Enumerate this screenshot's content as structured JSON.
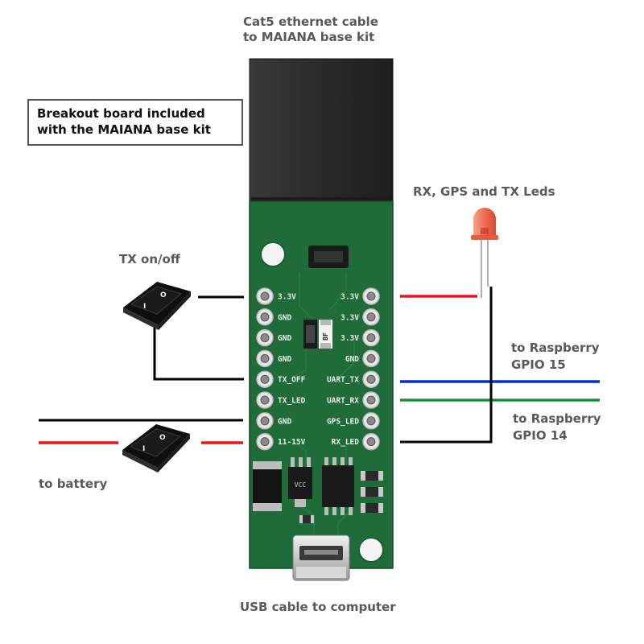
{
  "labels": {
    "cable_title_line1": "Cat5 ethernet cable",
    "cable_title_line2": "to MAIANA base kit",
    "breakout_line1": "Breakout board included",
    "breakout_line2": "with the MAIANA base kit",
    "leds": "RX, GPS and TX Leds",
    "tx_switch": "TX on/off",
    "rpi15_line1": "to Raspberry",
    "rpi15_line2": "GPIO 15",
    "rpi14_line1": "to Raspberry",
    "rpi14_line2": "GPIO 14",
    "battery": "to battery",
    "usb": "USB cable to computer"
  },
  "board": {
    "left_pins": [
      "3.3V",
      "GND",
      "GND",
      "GND",
      "TX_OFF",
      "TX_LED",
      "GND",
      "11-15V"
    ],
    "right_pins": [
      "3.3V",
      "3.3V",
      "3.3V",
      "GND",
      "UART_TX",
      "UART_RX",
      "GPS_LED",
      "RX_LED"
    ],
    "component_mark": "BF",
    "chip_mark": "VCC"
  },
  "colors": {
    "board": "#1f6b3a",
    "wire_power": "#e8141c",
    "wire_ground": "#000000",
    "wire_uart_tx": "#0a2ed6",
    "wire_uart_rx": "#119338",
    "led": "#f06a50",
    "connector": "#2a2a2a"
  },
  "icons": {
    "switch": "rocker-switch-icon",
    "led": "led-icon",
    "usb": "micro-usb-port-icon",
    "ethernet": "rj45-jack-icon"
  }
}
